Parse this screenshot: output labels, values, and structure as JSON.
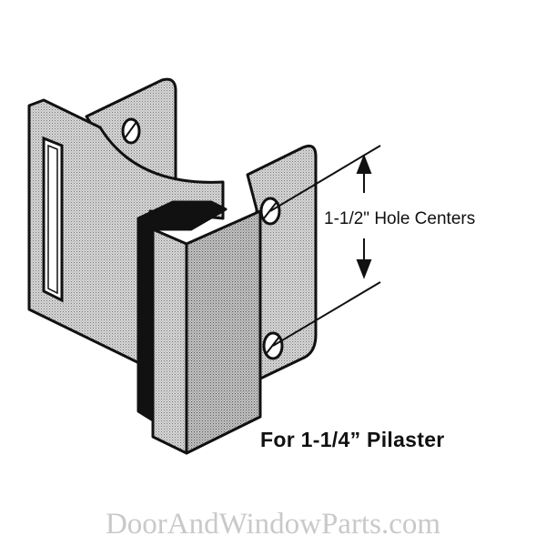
{
  "dimension_label": "1-1/2\" Hole Centers",
  "pilaster_label": "For 1-1/4” Pilaster",
  "watermark": "DoorAndWindowParts.com",
  "colors": {
    "fill": "#c4c4c4",
    "stroke": "#111111",
    "watermark": "#c9c9c9"
  }
}
